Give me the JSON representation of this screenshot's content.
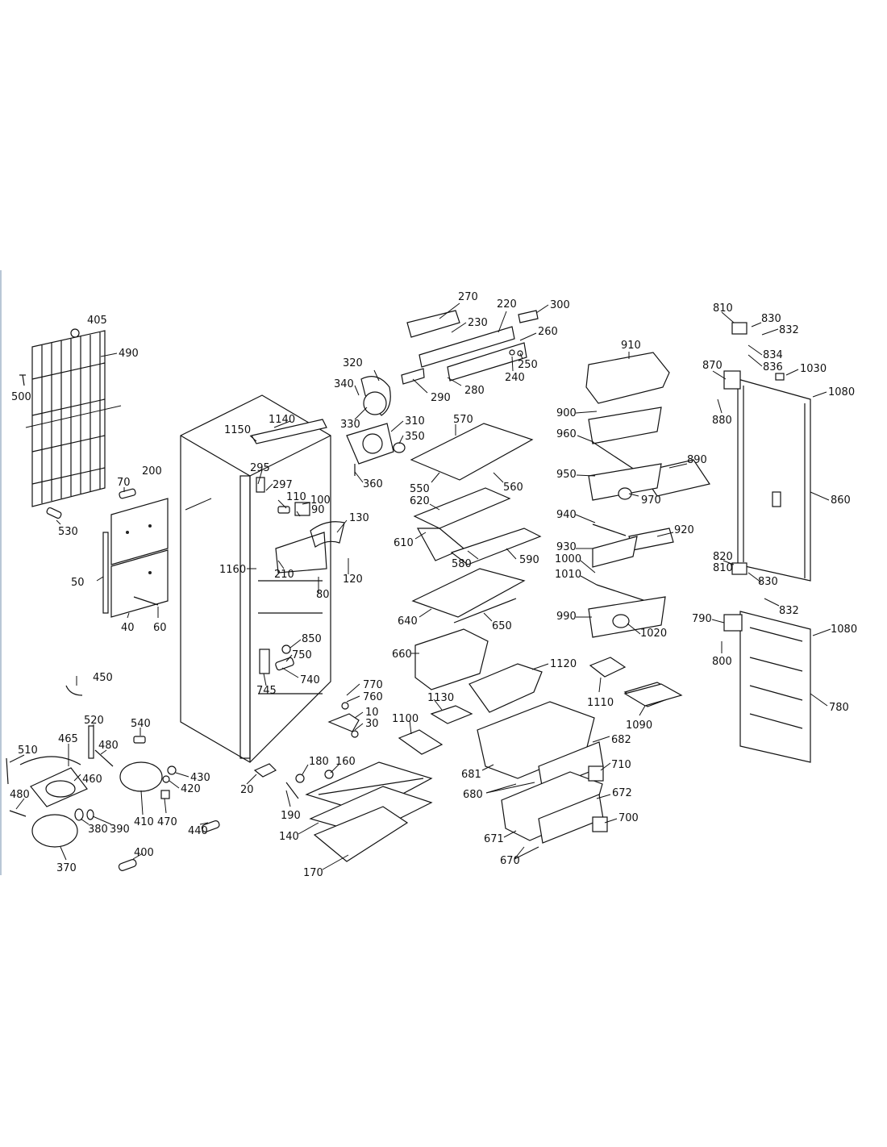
{
  "diagram": {
    "labels": {
      "l405": "405",
      "l490": "490",
      "l500": "500",
      "l530": "530",
      "l70": "70",
      "l200": "200",
      "l50": "50",
      "l40": "40",
      "l60": "60",
      "l450": "450",
      "l520": "520",
      "l540": "540",
      "l510": "510",
      "l465": "465",
      "l480a": "480",
      "l460": "460",
      "l480b": "480",
      "l430": "430",
      "l420": "420",
      "l470": "470",
      "l410": "410",
      "l440": "440",
      "l380": "380",
      "l390": "390",
      "l370": "370",
      "l400": "400",
      "l1150": "1150",
      "l1140": "1140",
      "l295": "295",
      "l297": "297",
      "l110": "110",
      "l100": "100",
      "l90": "90",
      "l130": "130",
      "l210": "210",
      "l120": "120",
      "l1160": "1160",
      "l80": "80",
      "l850": "850",
      "l750": "750",
      "l740": "740",
      "l745": "745",
      "l770": "770",
      "l760": "760",
      "l10": "10",
      "l30": "30",
      "l20": "20",
      "l180": "180",
      "l160": "160",
      "l190": "190",
      "l140": "140",
      "l170": "170",
      "l320": "320",
      "l340": "340",
      "l330": "330",
      "l310": "310",
      "l350": "350",
      "l360": "360",
      "l270": "270",
      "l220": "220",
      "l300": "300",
      "l230": "230",
      "l260": "260",
      "l250": "250",
      "l240": "240",
      "l280": "280",
      "l290": "290",
      "l570": "570",
      "l550": "550",
      "l560": "560",
      "l620": "620",
      "l610": "610",
      "l580": "580",
      "l590": "590",
      "l640": "640",
      "l650": "650",
      "l660": "660",
      "l1120": "1120",
      "l1130": "1130",
      "l1100": "1100",
      "l682": "682",
      "l710": "710",
      "l681": "681",
      "l680": "680",
      "l672": "672",
      "l700": "700",
      "l671": "671",
      "l670": "670",
      "l910": "910",
      "l900": "900",
      "l960": "960",
      "l890": "890",
      "l950": "950",
      "l970": "970",
      "l940": "940",
      "l920": "920",
      "l930": "930",
      "l1000": "1000",
      "l1010": "1010",
      "l990": "990",
      "l1020": "1020",
      "l1110": "1110",
      "l1090": "1090",
      "l810a": "810",
      "l830a": "830",
      "l832a": "832",
      "l834": "834",
      "l836": "836",
      "l870": "870",
      "l1030": "1030",
      "l1080a": "1080",
      "l880": "880",
      "l860": "860",
      "l820": "820",
      "l810b": "810",
      "l830b": "830",
      "l832b": "832",
      "l790": "790",
      "l1080b": "1080",
      "l800": "800",
      "l780": "780"
    }
  }
}
